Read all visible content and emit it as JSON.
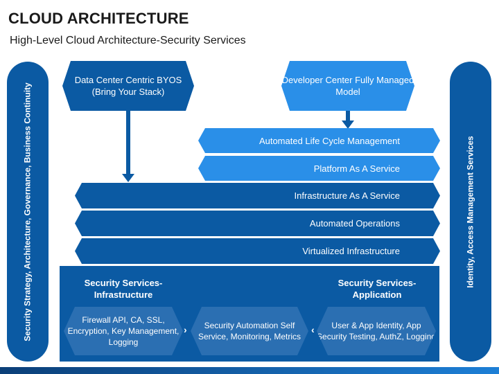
{
  "header": {
    "title": "CLOUD ARCHITECTURE",
    "subtitle": "High-Level Cloud Architecture-Security Services"
  },
  "left_pillar": {
    "label": "Security Strategy, Architecture, Governance, Business Continuity"
  },
  "right_pillar": {
    "label": "Identity, Access Management Services"
  },
  "top_boxes": {
    "byos": "Data Center Centric BYOS (Bring Your Stack)",
    "developer": "Developer Center Fully Managed Model"
  },
  "layers": {
    "lifecycle": "Automated Life Cycle Management",
    "paas": "Platform As A Service",
    "iaas": "Infrastructure As A Service",
    "operations": "Automated Operations",
    "virtualized": "Virtualized Infrastructure"
  },
  "security": {
    "infra_title": "Security Services-Infrastructure",
    "app_title": "Security Services-Application",
    "infra_box": "Firewall API, CA, SSL, Encryption, Key Management, Logging",
    "automation_box": "Security Automation Self Service, Monitoring, Metrics",
    "app_box": "User & App Identity, App Security Testing, AuthZ, Logging",
    "chevron_right": "›",
    "chevron_left": "‹"
  },
  "colors": {
    "dark_blue": "#0b5aa3",
    "light_blue": "#2a8fe8",
    "hex_inner": "#2b6fb2"
  }
}
